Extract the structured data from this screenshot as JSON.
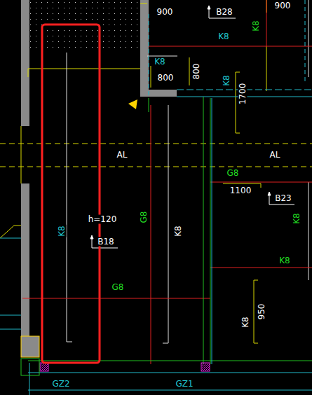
{
  "diagram": {
    "labels": [
      "900",
      "B28",
      "900",
      "K8",
      "K8",
      "K8",
      "800",
      "800",
      "K8",
      "1700",
      "AL",
      "AL",
      "G8",
      "1100",
      "B23",
      "K8",
      "h=120",
      "B18",
      "K8",
      "G8",
      "K8",
      "G8",
      "K8",
      "K8",
      "950",
      "GZ2",
      "GZ1"
    ]
  }
}
